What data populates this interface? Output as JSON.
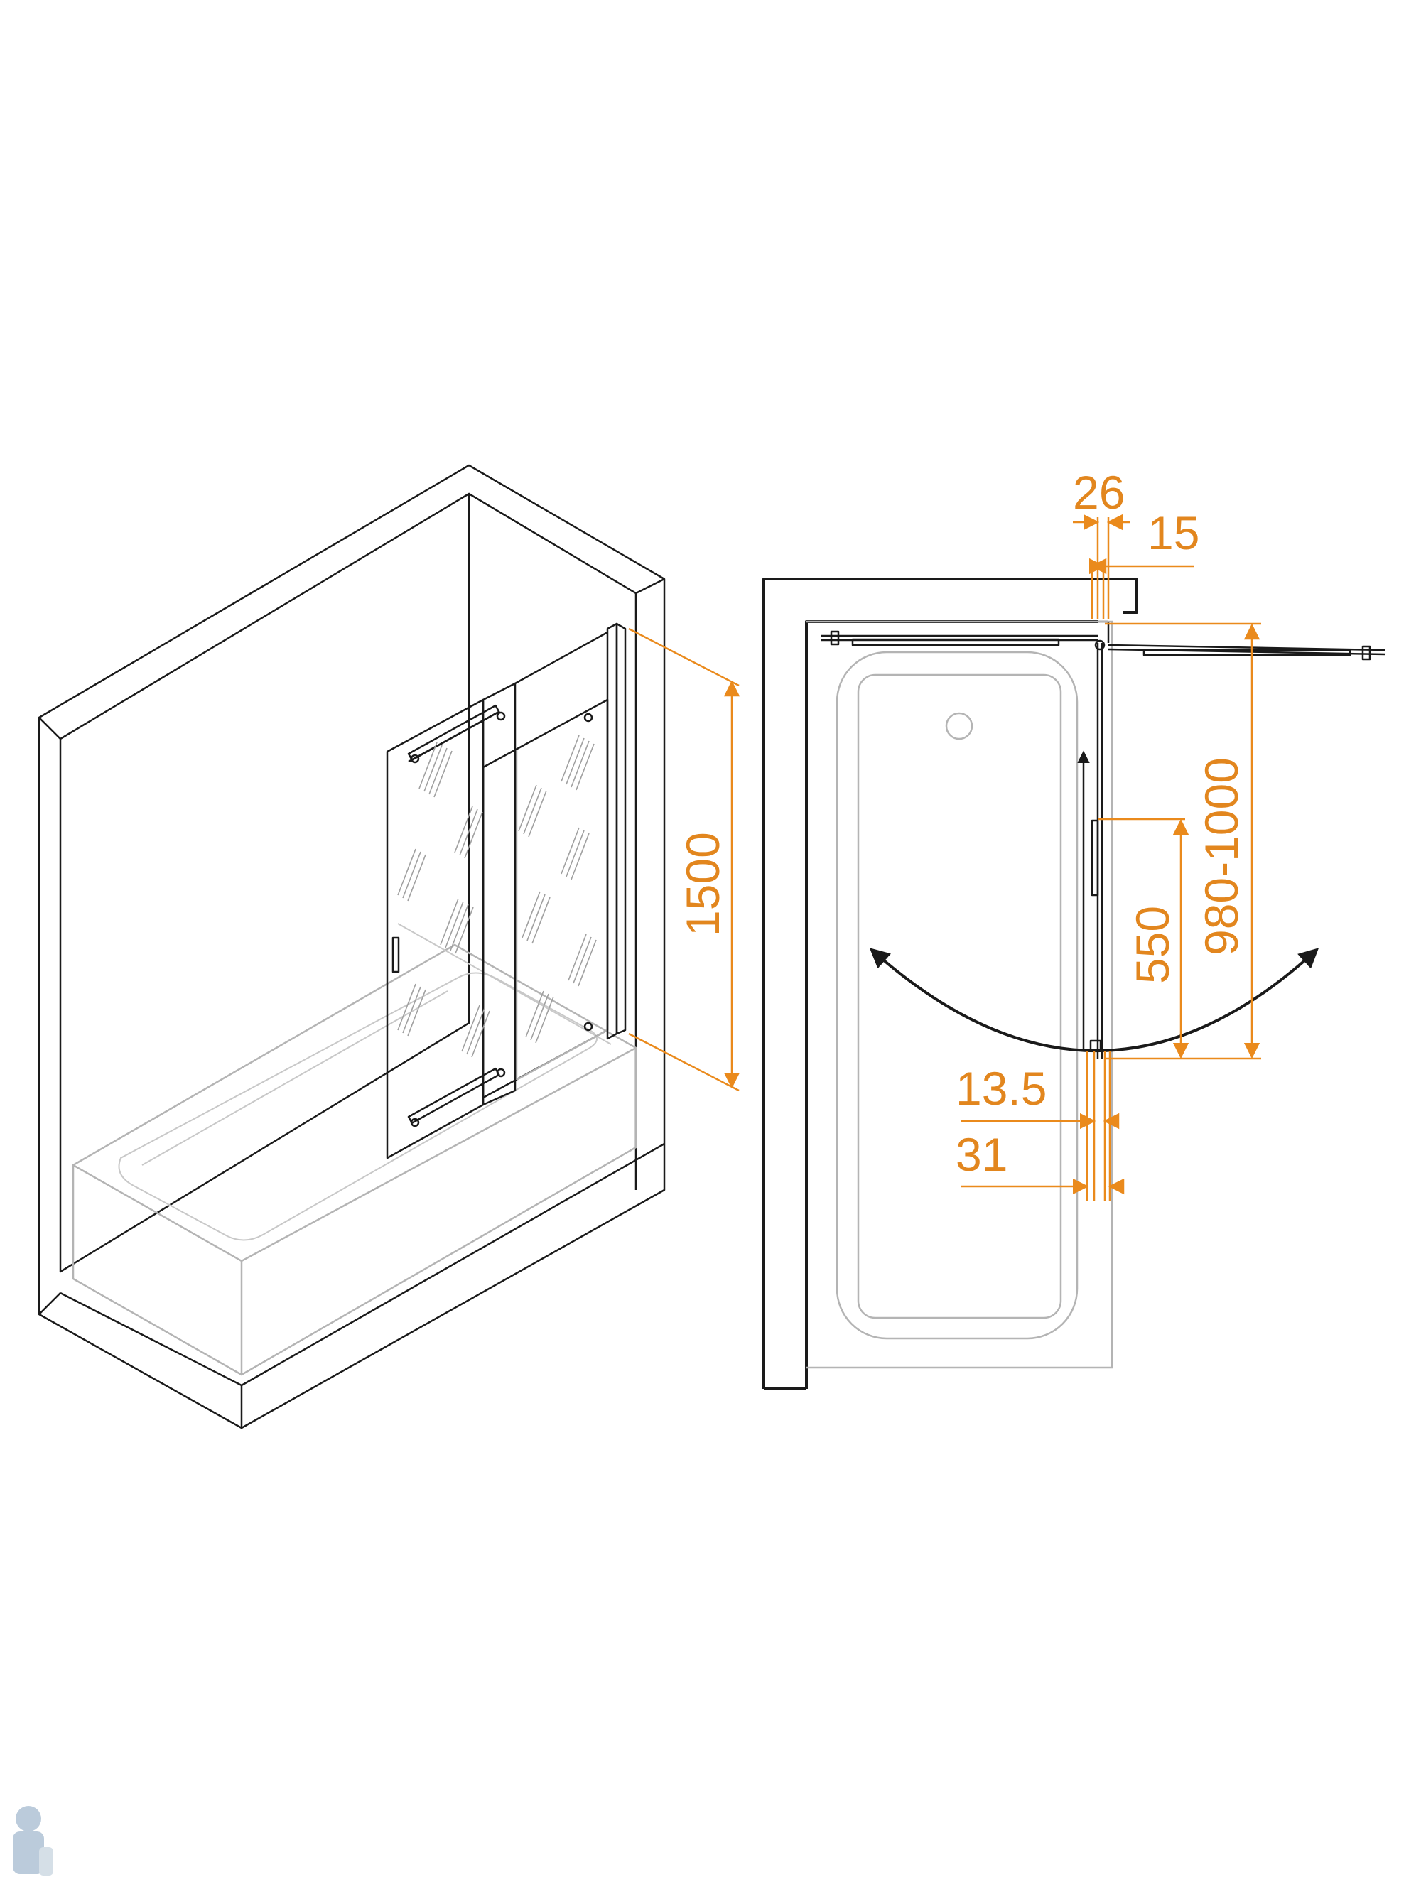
{
  "dimensions": {
    "height_screen": "1500",
    "wall_gap": "26",
    "profile_width": "15",
    "swing_length": "980-1000",
    "handle_position": "550",
    "glass_offset": "13.5",
    "profile_depth": "31"
  },
  "colors": {
    "dimension": "#e2861e",
    "outline": "#1a1a1a",
    "bathtub": "#b4b4b4"
  }
}
